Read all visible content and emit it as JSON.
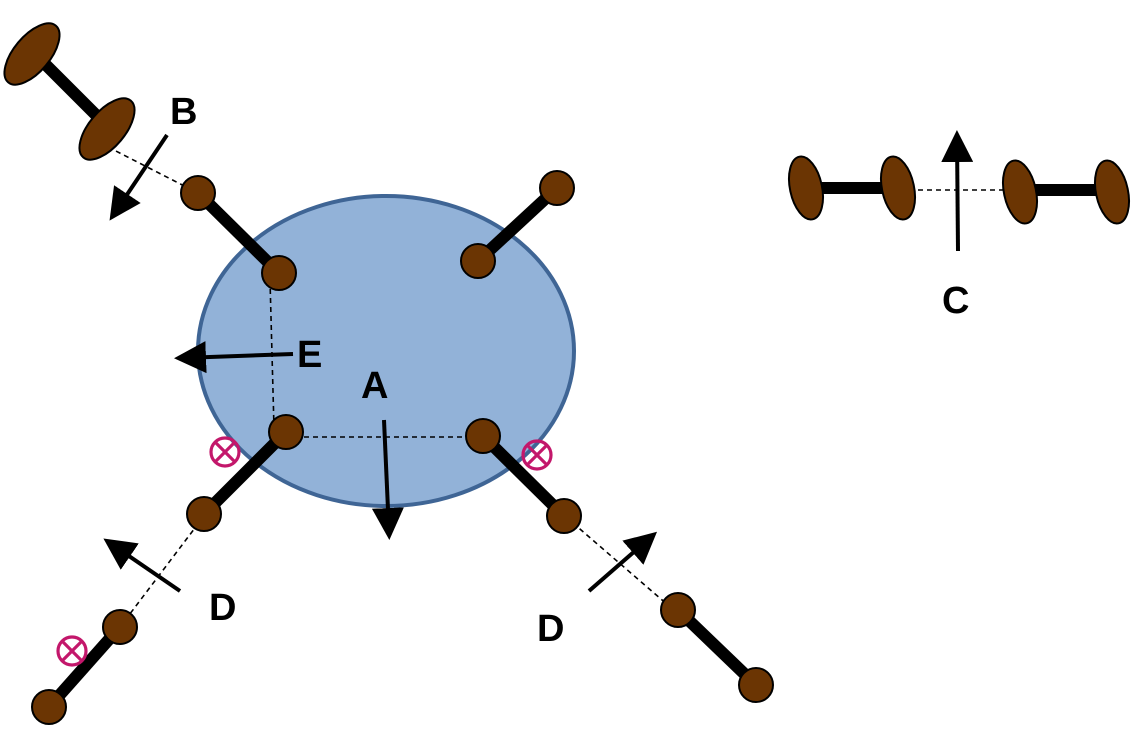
{
  "labels": {
    "a": "A",
    "b": "B",
    "c": "C",
    "d_left": "D",
    "d_right": "D",
    "e": "E"
  },
  "colors": {
    "body": "#92b2d8",
    "body_outline": "#3f6595",
    "atom": "#6b3503",
    "bond": "#000000",
    "cross_mark": "#c3176b"
  },
  "icons": {
    "out_of_plane_marker": "circled-x-icon"
  }
}
